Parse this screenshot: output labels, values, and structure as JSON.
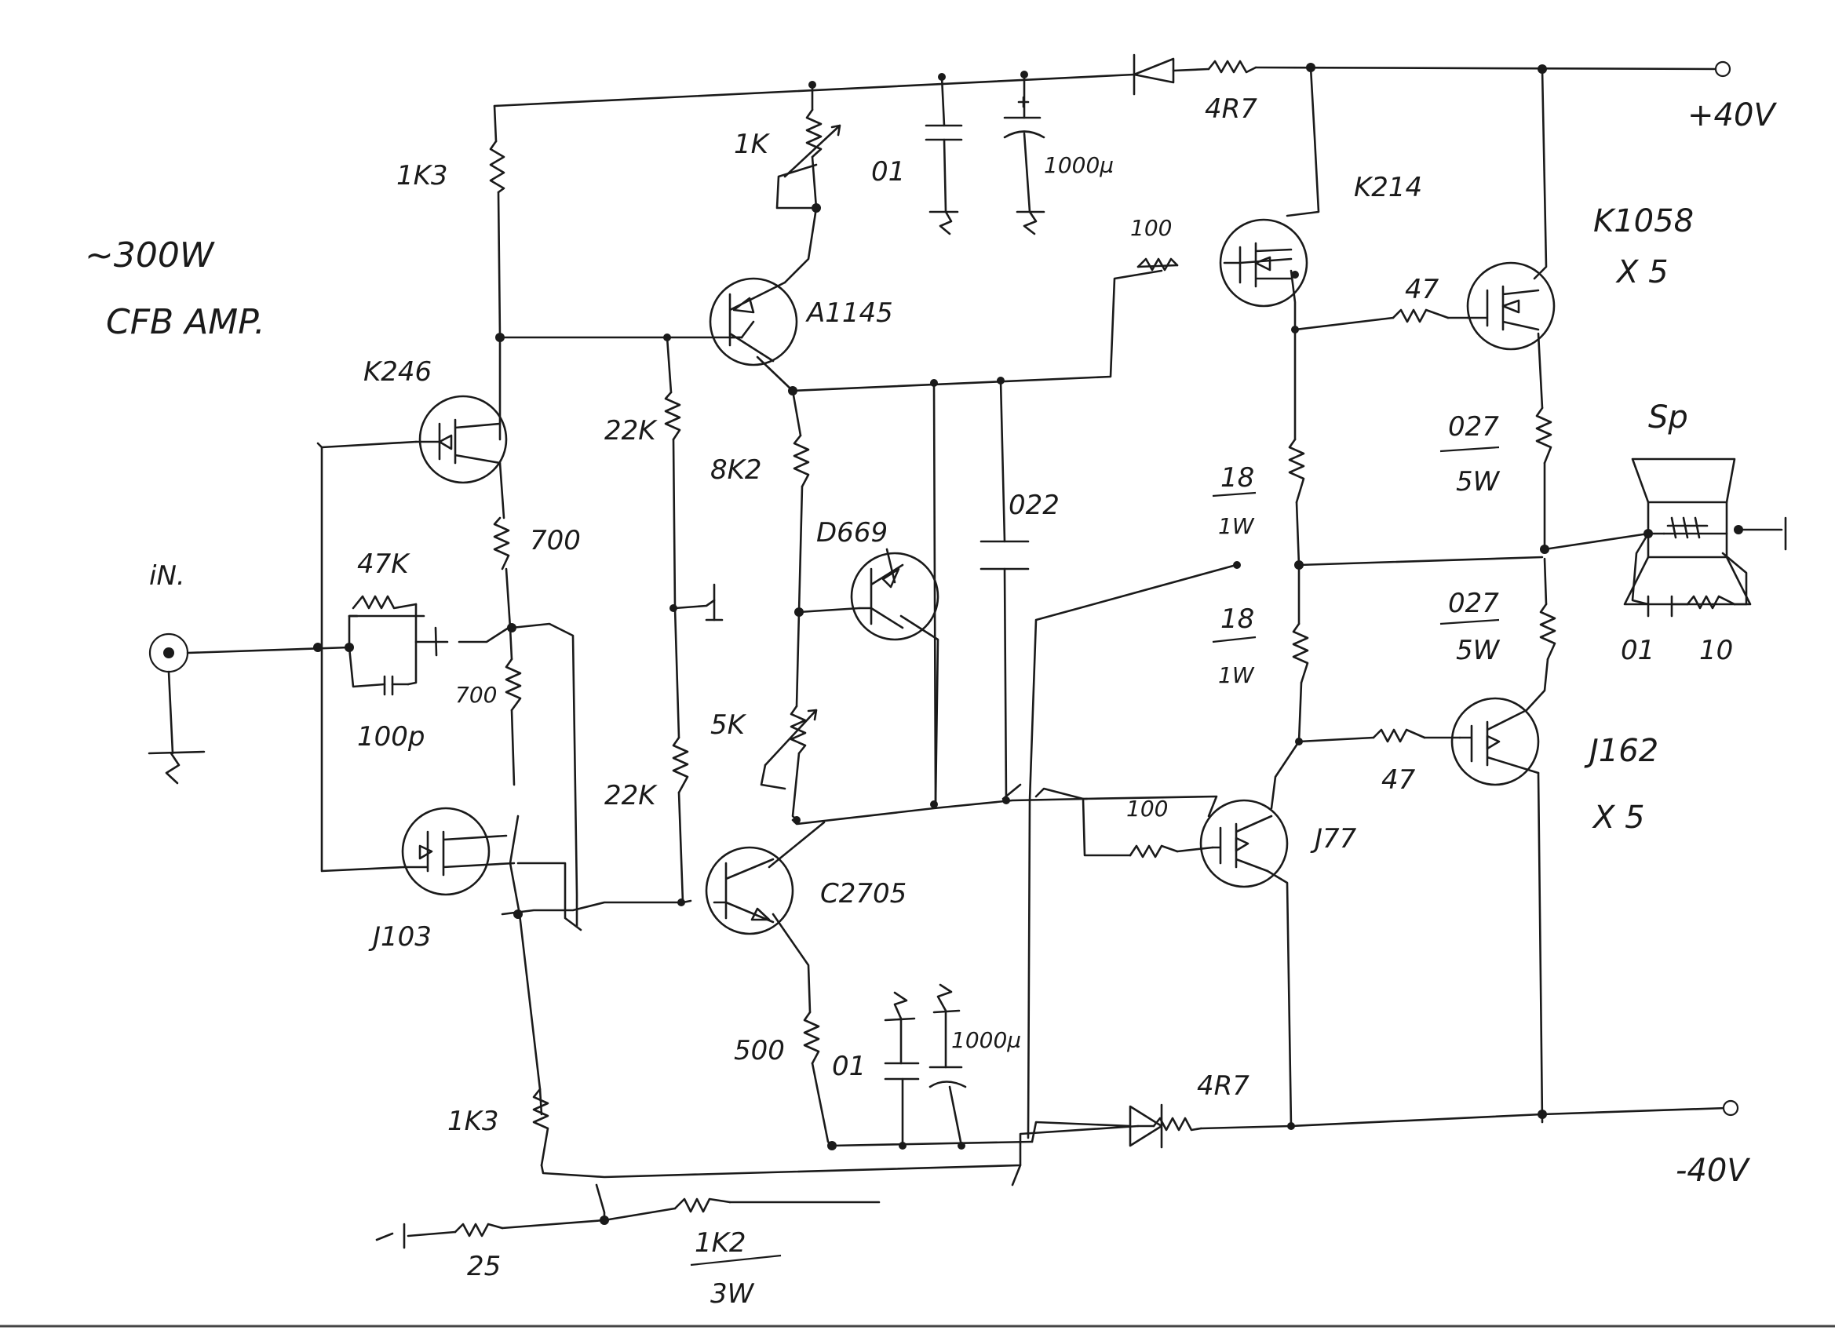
{
  "title": {
    "line1": "~300W",
    "line2": "CFB AMP."
  },
  "rails": {
    "positive": "+40V",
    "negative": "-40V"
  },
  "input": {
    "label": "iN."
  },
  "transistors": {
    "q_input_top": "K246",
    "q_input_bottom": "J103",
    "q_vas_top": "A1145",
    "q_vbe": "D669",
    "q_vas_bottom": "C2705",
    "q_driver_top": "K214",
    "q_driver_bottom": "J77",
    "q_out_top": "K1058",
    "q_out_top_count": "X 5",
    "q_out_bottom": "J162",
    "q_out_bottom_count": "X 5"
  },
  "resistors": {
    "r_top_1k3": "1K3",
    "r_700_a": "700",
    "r_700_b": "700",
    "r_47k": "47K",
    "r_bottom_1k3": "1K3",
    "r_22k_a": "22K",
    "r_22k_b": "22K",
    "r_1k_trim": "1K",
    "r_8k2": "8K2",
    "r_5k_trim": "5K",
    "r_500": "500",
    "r_4r7_top": "4R7",
    "r_4r7_bottom": "4R7",
    "r_100_top": "100",
    "r_100_bottom": "100",
    "r_47_top": "47",
    "r_47_bottom": "47",
    "r_18_top": "18",
    "r_18_top_w": "1W",
    "r_18_bottom": "18",
    "r_18_bottom_w": "1W",
    "r_027_top": "027",
    "r_027_top_w": "5W",
    "r_027_bottom": "027",
    "r_027_bottom_w": "5W",
    "r_zobel": "10",
    "r_25": "25",
    "r_1k2": "1K2",
    "r_1k2_w": "3W"
  },
  "capacitors": {
    "c_100p": "100p",
    "c_01_top": "01",
    "c_1000u_top": "1000µ",
    "c_022": "022",
    "c_01_bottom": "01",
    "c_1000u_bottom": "1000µ",
    "c_zobel": "01"
  },
  "speaker": {
    "label": "Sp"
  }
}
